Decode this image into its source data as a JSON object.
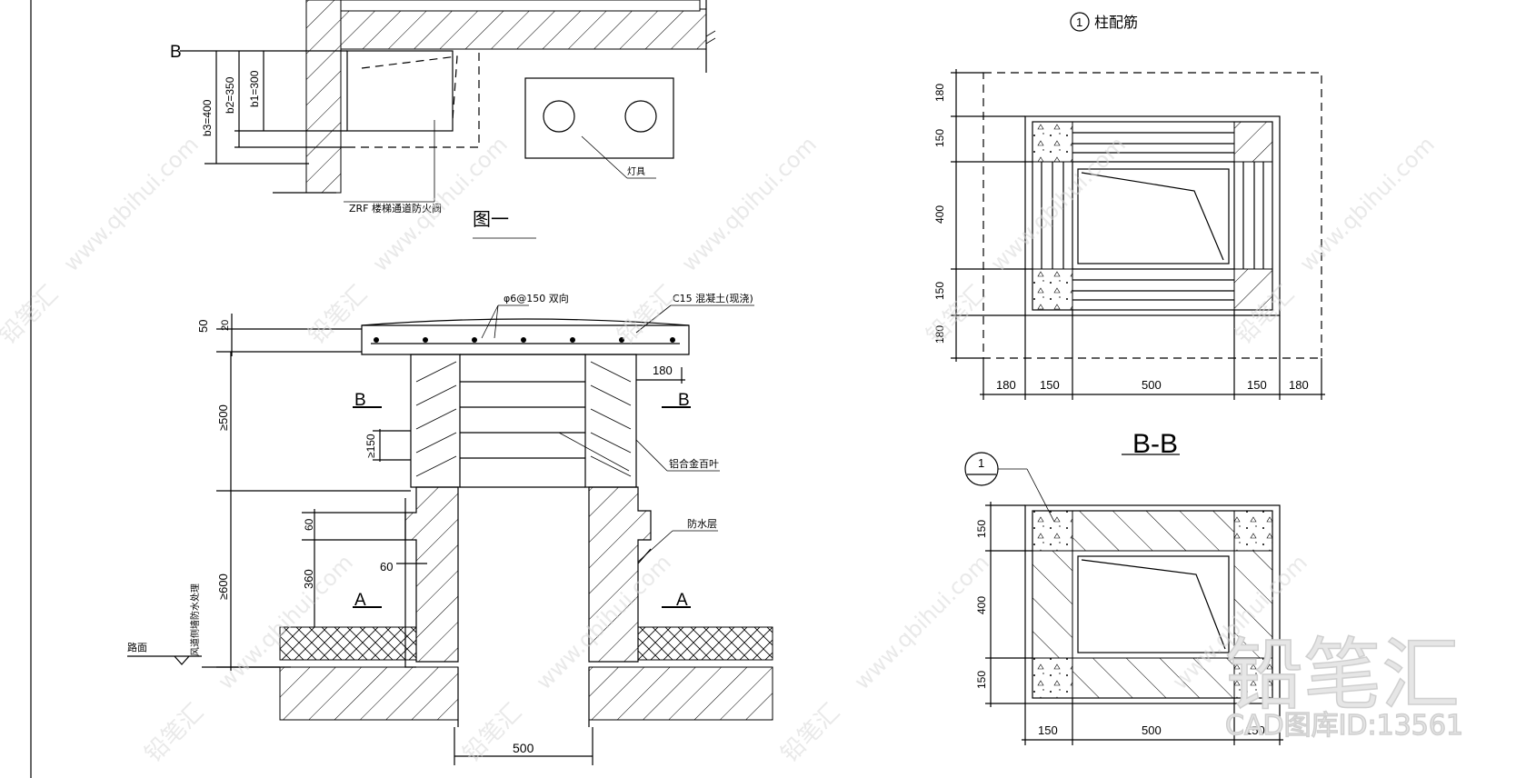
{
  "top_detail": {
    "section_mark": "B",
    "dims": [
      "b3=400",
      "b2=350",
      "b1=300"
    ],
    "label_zrf": "ZRF 楼梯通道防火阀",
    "caption": "图一",
    "label_box": "灯具"
  },
  "vent_detail": {
    "dim_50": "50",
    "dim_20": "20",
    "label_rebar": "φ6@150  双向",
    "label_concrete": "C15  混凝土(现浇)",
    "dim_180": "180",
    "section_b_left": "B",
    "section_b_right": "B",
    "dim_500v": "≥500",
    "dim_150v": "≥150",
    "label_louver": "铝合金百叶",
    "dim_60a": "60",
    "dim_360": "360",
    "dim_60b": "60",
    "dim_600v": "≥600",
    "label_side": "风道侧墙防水处理",
    "label_waterproof": "防水层",
    "section_a_left": "A",
    "section_a_right": "A",
    "label_ground": "路面",
    "dim_500h": "500"
  },
  "rebar_plan": {
    "title_num": "1",
    "title": "柱配筋",
    "vdims": [
      "180",
      "150",
      "400",
      "150",
      "180"
    ],
    "hdims": [
      "180",
      "150",
      "500",
      "150",
      "180"
    ]
  },
  "section_bb": {
    "title": "B-B",
    "marker": "1",
    "vdims": [
      "150",
      "400",
      "150"
    ],
    "hdims": [
      "150",
      "500",
      "150"
    ]
  },
  "watermark": {
    "url": "www.qbihui.com",
    "brand_cn": "铅笔汇",
    "brand_big": "铅笔汇",
    "brand_id": "CAD图库ID:13561"
  }
}
